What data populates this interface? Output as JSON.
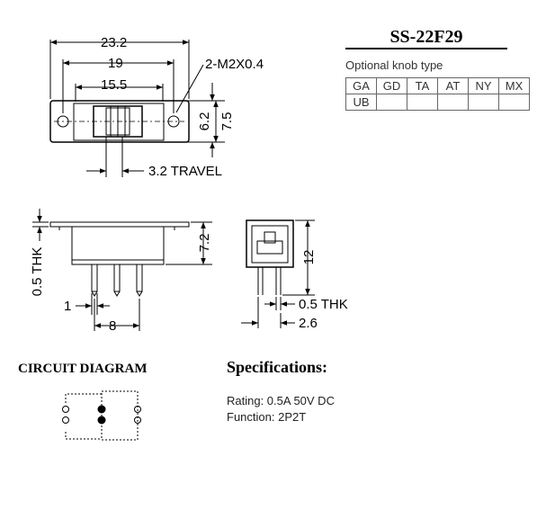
{
  "model": "SS-22F29",
  "knob_options": {
    "title": "Optional knob type",
    "types": [
      "GA",
      "GD",
      "TA",
      "AT",
      "NY",
      "MX",
      "UB"
    ]
  },
  "dimensions": {
    "overall_length": "23.2",
    "mounting_pitch": "19",
    "inner_length": "15.5",
    "mount_screws": "2-M2X0.4",
    "height_inner": "6.2",
    "height_outer": "7.5",
    "travel": "3.2 TRAVEL",
    "side_height": "7.2",
    "plate_thickness": "0.5 THK",
    "pin_width": "1",
    "pin_pitch": "8",
    "end_height": "12",
    "end_pin_thickness": "0.5 THK",
    "end_pin_spacing": "2.6"
  },
  "circuit": {
    "title": "CIRCUIT DIAGRAM"
  },
  "specifications": {
    "title": "Specifications:",
    "rating": "Rating: 0.5A 50V DC",
    "function": "Function: 2P2T"
  }
}
